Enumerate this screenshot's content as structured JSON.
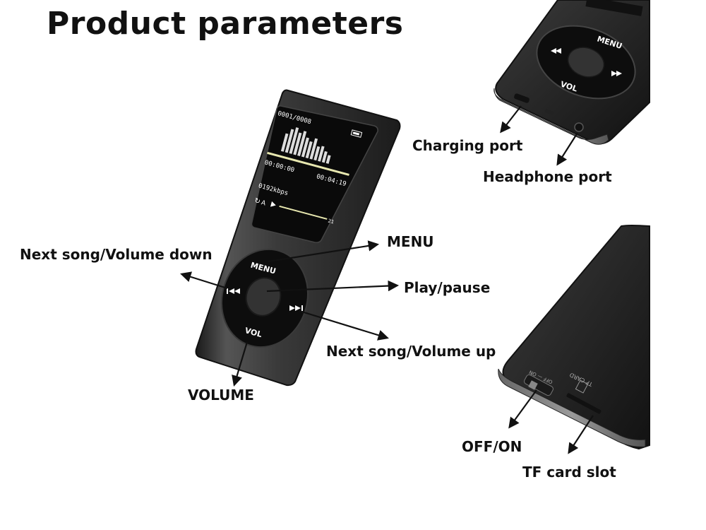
{
  "title": "Product parameters",
  "labels": {
    "charging_port": "Charging port",
    "headphone_port": "Headphone port",
    "menu": "MENU",
    "play_pause": "Play/pause",
    "next_song_volume_down": "Next song/Volume down",
    "next_song_volume_up": "Next song/Volume up",
    "volume": "VOLUME",
    "off_on": "OFF/ON",
    "tf_card_slot": "TF card slot"
  },
  "device_screen": {
    "track_counter": "0001/0008",
    "elapsed_time": "00:00:00",
    "total_time": "00:04:19",
    "bitrate": "0192kbps",
    "repeat_mode": "A",
    "volume_level": "21"
  },
  "wheel": {
    "menu": "MENU",
    "vol": "VOL"
  },
  "switch_labels": {
    "off_on": "OFF — ON",
    "tf_card": "TF CARD"
  },
  "colors": {
    "body": "#2a2a2a",
    "wheel": "#0e0e0e",
    "screen": "#000000",
    "text": "#111111"
  },
  "icons": [
    "arrow-icon",
    "prev-icon",
    "next-icon",
    "play-icon",
    "battery-icon",
    "repeat-icon"
  ]
}
